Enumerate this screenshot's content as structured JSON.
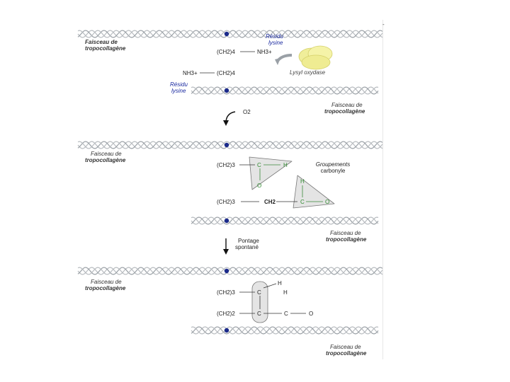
{
  "corner_mark": "-",
  "panel1": {
    "faisceau_top": [
      "Faisceau de",
      "tropocollagène"
    ],
    "residu_top": [
      "Résidu",
      "lysine"
    ],
    "ch2_top": "(CH2)4",
    "nh3_top": "NH3+",
    "enzyme": "Lysyl oxydase",
    "nh3_bottom": "NH3+",
    "ch2_bottom": "(CH2)4",
    "residu_bottom": [
      "Résidu",
      "lysine"
    ],
    "faisceau_bottom": [
      "Faisceau de",
      "tropocollagène"
    ],
    "arrow_label": "O2"
  },
  "panel2": {
    "faisceau_top": [
      "Faisceau de",
      "tropocollagène"
    ],
    "ch2_top": "(CH2)3",
    "c_top": "C",
    "h_top": "H",
    "o_top": "O",
    "groupements": [
      "Groupements",
      "carbonyle"
    ],
    "h_right": "H",
    "ch2_bottom": "(CH2)3",
    "ch2_mid": "CH2",
    "c_right": "C",
    "o_right": "O",
    "faisceau_bottom": [
      "Faisceau de",
      "tropocollagène"
    ],
    "arrow_label": [
      "Pontage",
      "spontané"
    ]
  },
  "panel3": {
    "faisceau_top": [
      "Faisceau de",
      "tropocollagène"
    ],
    "h_above": "H",
    "ch2_top": "(CH2)3",
    "c_top": "C",
    "h_right": "H",
    "ch2_bottom": "(CH2)2",
    "c_bottom": "C",
    "c_right": "C",
    "o_right": "O",
    "faisceau_bottom": [
      "Faisceau de",
      "tropocollagène"
    ]
  }
}
